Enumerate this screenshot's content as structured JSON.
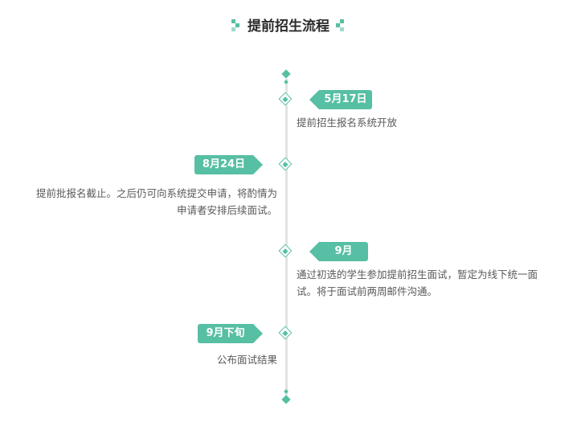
{
  "title": "提前招生流程",
  "colors": {
    "accent": "#57bfa3",
    "text": "#595959",
    "axis": "#e3e3e3"
  },
  "events": [
    {
      "date": "5月17日",
      "desc_lines": [
        "提前招生报名系统开放"
      ]
    },
    {
      "date": "8月24日",
      "desc_lines": [
        "提前批报名截止。之后仍可向系统提交申请，将酌情为",
        "申请者安排后续面试。"
      ]
    },
    {
      "date": "9月",
      "desc_lines": [
        "通过初选的学生参加提前招生面试，暂定为线下统一面",
        "试。将于面试前两周邮件沟通。"
      ]
    },
    {
      "date": "9月下旬",
      "desc_lines": [
        "公布面试结果"
      ]
    }
  ]
}
